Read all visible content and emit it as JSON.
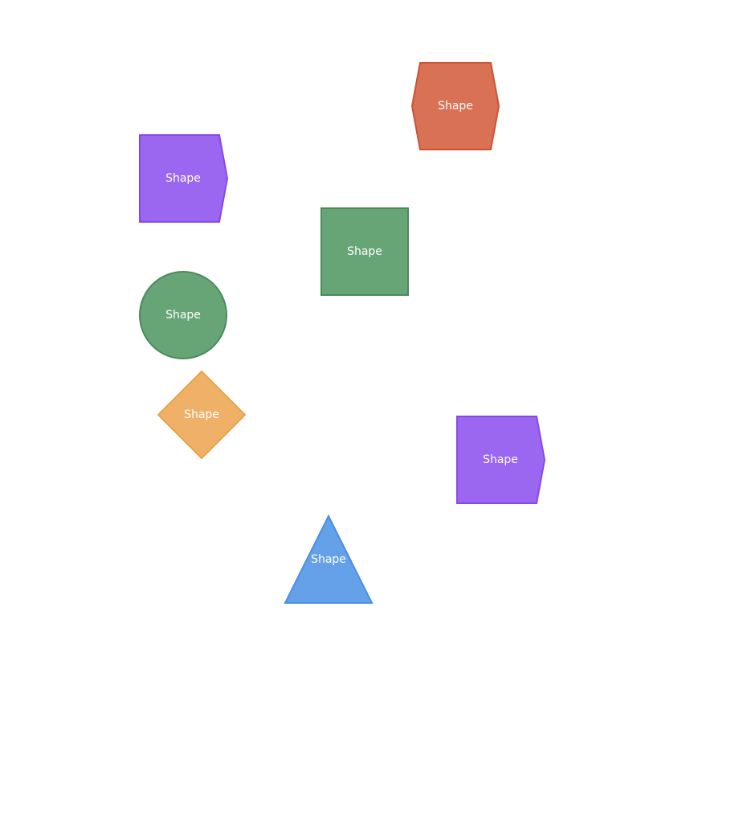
{
  "colors": {
    "purple_fill": "#9b66f0",
    "purple_stroke": "#8747ea",
    "orange_fill": "#d97155",
    "orange_stroke": "#cc5233",
    "green_fill": "#67a576",
    "green_stroke": "#4a8b5b",
    "amber_fill": "#efb068",
    "amber_stroke": "#eca244",
    "blue_fill": "#65a1e8",
    "blue_stroke": "#4a8ee3"
  },
  "shapes": [
    {
      "id": "hexagon",
      "label": "Shape",
      "fill": "#d97155",
      "stroke": "#cc5233",
      "icon": "hexagon-shape"
    },
    {
      "id": "pentagon-left",
      "label": "Shape",
      "fill": "#9b66f0",
      "stroke": "#8747ea",
      "icon": "pentagon-arrow-shape"
    },
    {
      "id": "square",
      "label": "Shape",
      "fill": "#67a576",
      "stroke": "#4a8b5b",
      "icon": "square-shape"
    },
    {
      "id": "circle",
      "label": "Shape",
      "fill": "#67a576",
      "stroke": "#4a8b5b",
      "icon": "circle-shape"
    },
    {
      "id": "diamond",
      "label": "Shape",
      "fill": "#efb068",
      "stroke": "#eca244",
      "icon": "diamond-shape"
    },
    {
      "id": "pentagon-right",
      "label": "Shape",
      "fill": "#9b66f0",
      "stroke": "#8747ea",
      "icon": "pentagon-arrow-shape"
    },
    {
      "id": "triangle",
      "label": "Shape",
      "fill": "#65a1e8",
      "stroke": "#4a8ee3",
      "icon": "triangle-shape"
    }
  ]
}
